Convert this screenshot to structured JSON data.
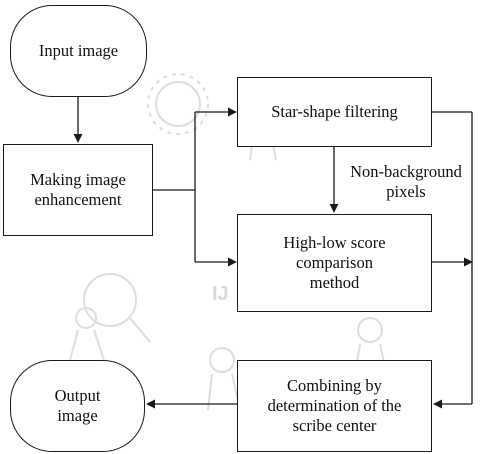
{
  "nodes": {
    "input_image": "Input image",
    "making_image_enhancement": "Making image\nenhancement",
    "star_shape_filtering": "Star-shape filtering",
    "high_low_score": "High-low score\ncomparison\nmethod",
    "combining": "Combining by\ndetermination of the\nscribe center",
    "output_image": "Output\nimage"
  },
  "edge_labels": {
    "non_background_pixels": "Non-background\npixels"
  },
  "watermark": {
    "text": "IJ",
    "color": "#d9d9d9"
  },
  "colors": {
    "stroke": "#1a1a1a",
    "background": "#ffffff"
  }
}
